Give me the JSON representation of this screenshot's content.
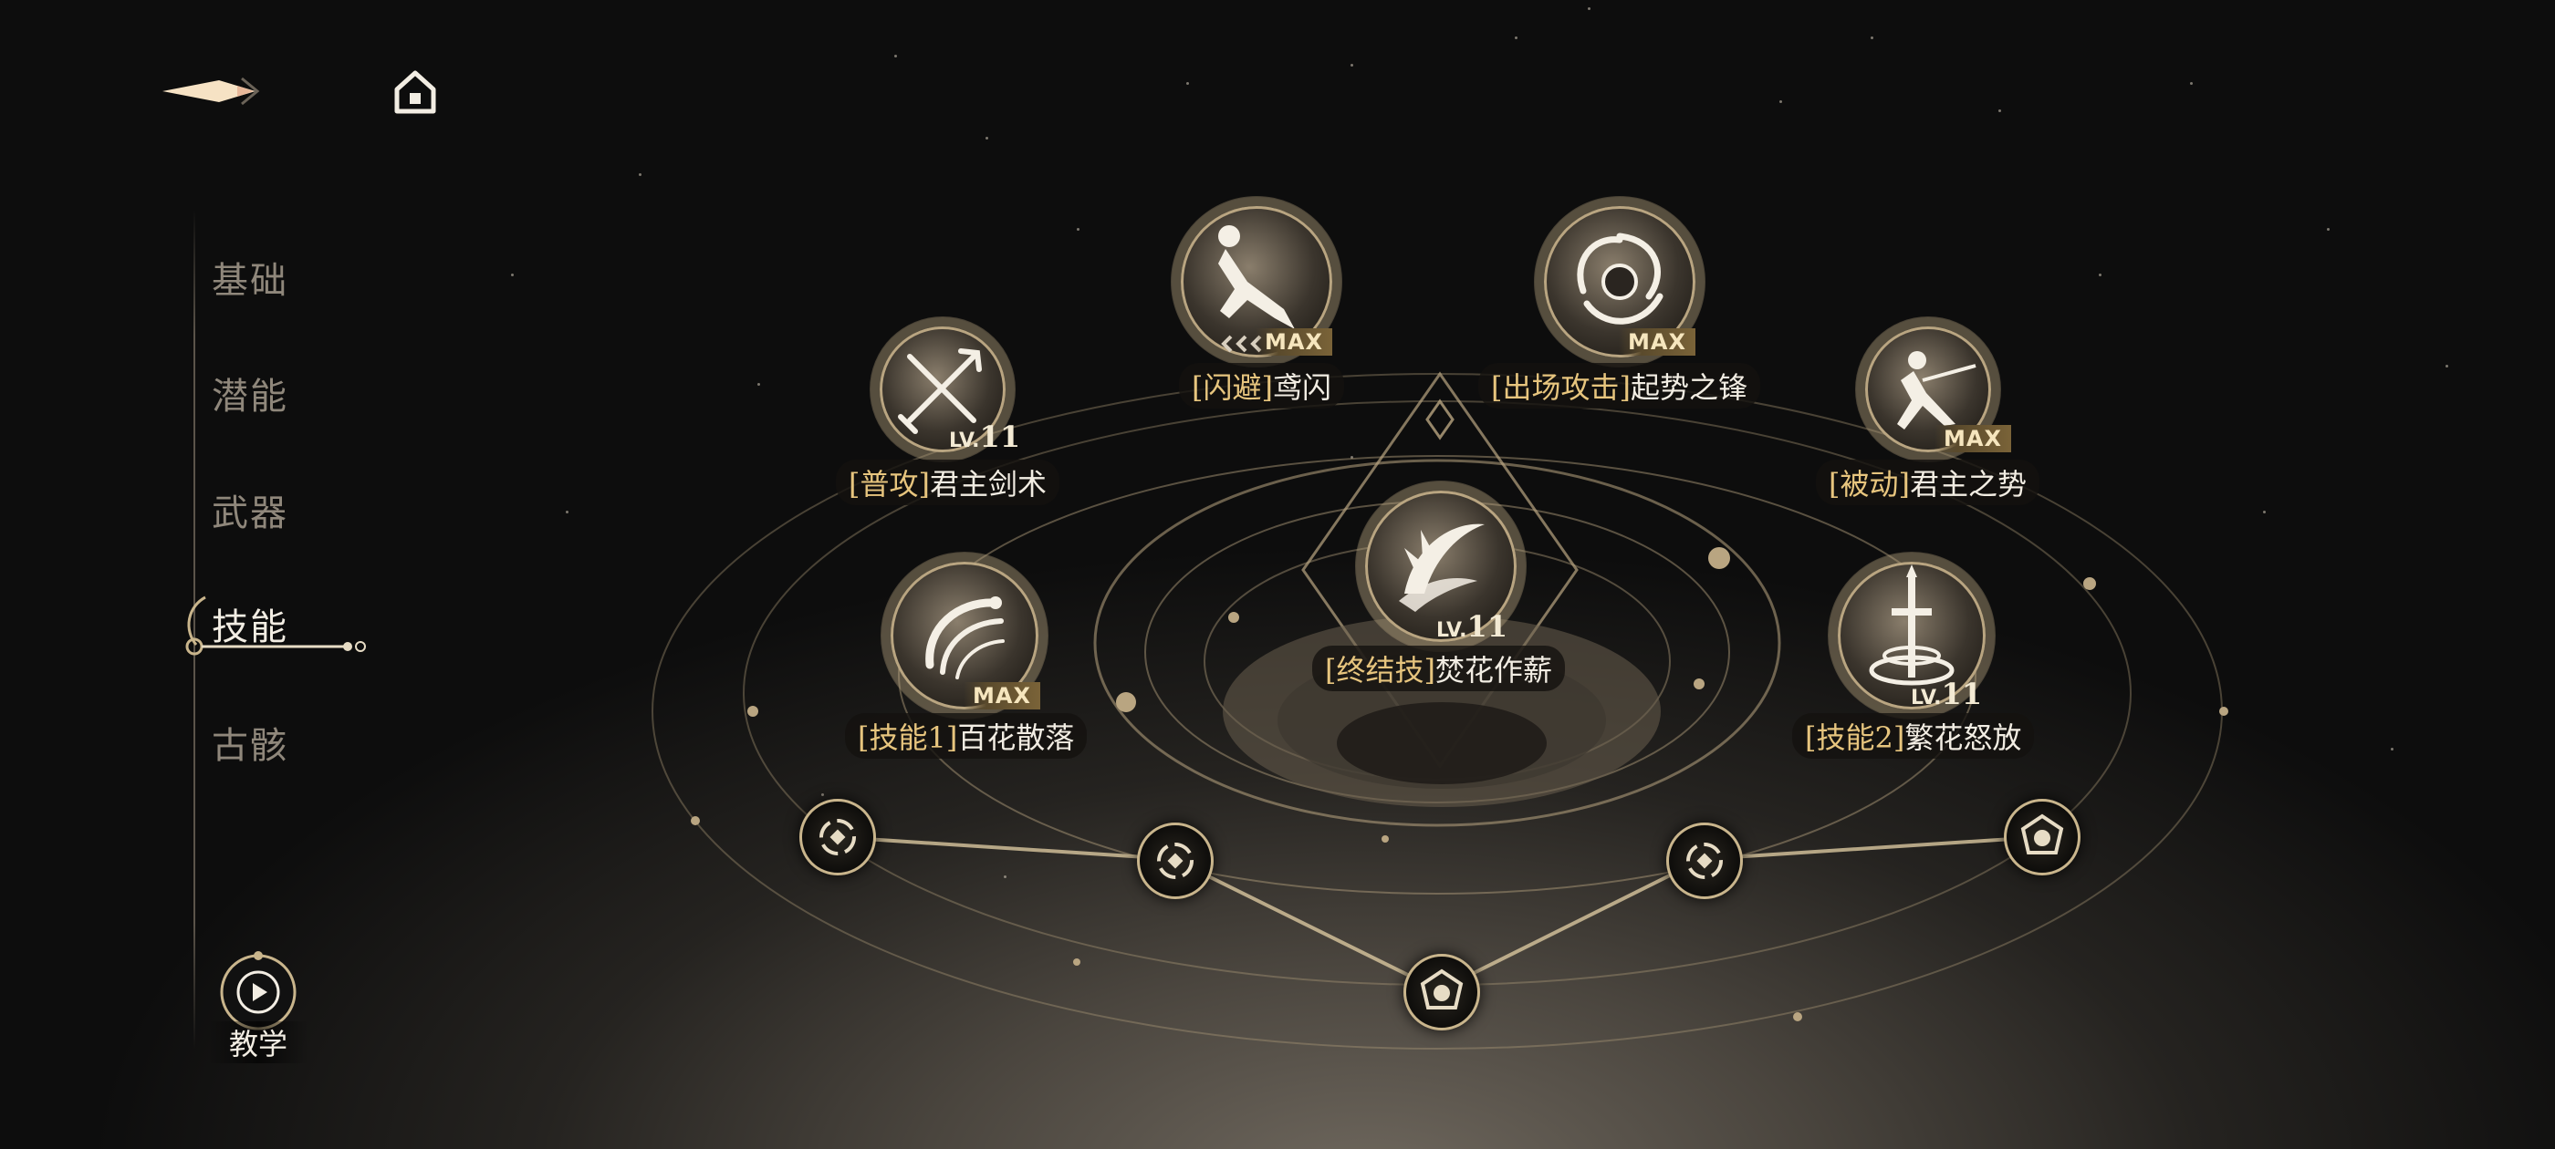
{
  "nav": {
    "items": [
      {
        "label": "基础",
        "active": false
      },
      {
        "label": "潜能",
        "active": false
      },
      {
        "label": "武器",
        "active": false
      },
      {
        "label": "技能",
        "active": true
      },
      {
        "label": "古骸",
        "active": false
      }
    ],
    "tutorial_label": "教学"
  },
  "skills": {
    "normal_attack": {
      "tag": "[普攻]",
      "name": "君主剑术",
      "level_prefix": "LV.",
      "level": "11"
    },
    "dodge": {
      "tag": "[闪避]",
      "name": "鸢闪",
      "badge": "MAX"
    },
    "entry_attack": {
      "tag": "[出场攻击]",
      "name": "起势之锋",
      "badge": "MAX"
    },
    "passive": {
      "tag": "[被动]",
      "name": "君主之势",
      "badge": "MAX"
    },
    "finisher": {
      "tag": "[终结技]",
      "name": "焚花作薪",
      "level_prefix": "LV.",
      "level": "11"
    },
    "skill1": {
      "tag": "[技能1]",
      "name": "百花散落",
      "badge": "MAX"
    },
    "skill2": {
      "tag": "[技能2]",
      "name": "繁花怒放",
      "level_prefix": "LV.",
      "level": "11"
    }
  },
  "icons": {
    "back": "back-arrow-icon",
    "home": "home-icon",
    "tutorial": "play-icon"
  },
  "colors": {
    "accent_gold": "#c9b58c",
    "tag_gold": "#e7c57e"
  }
}
